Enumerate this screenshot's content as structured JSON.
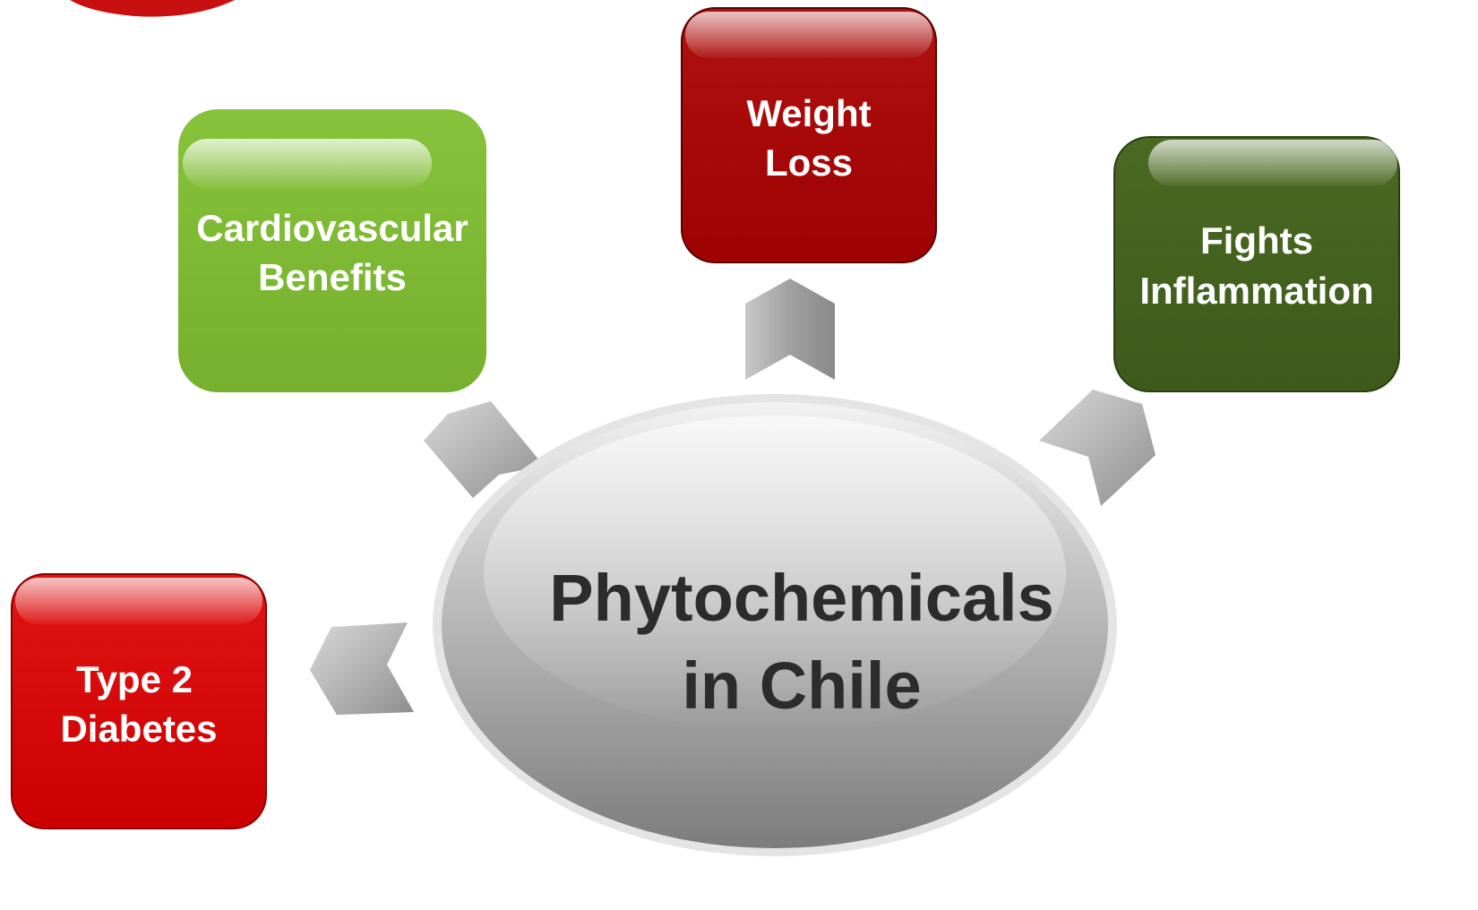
{
  "center": {
    "line1": "Phytochemicals",
    "line2": "in Chile"
  },
  "nodes": {
    "cardio": {
      "line1": "Cardiovascular",
      "line2": "Benefits",
      "color": "#7db733"
    },
    "weight": {
      "line1": "Weight",
      "line2": "Loss",
      "color": "#a80404"
    },
    "inflammation": {
      "line1": "Fights",
      "line2": "Inflammation",
      "color": "#41601d"
    },
    "diabetes": {
      "line1": "Type 2",
      "line2": "Diabetes",
      "color": "#d10000"
    }
  },
  "colors": {
    "center_text": "#2c2c2c",
    "arrow": "#a8a8a8",
    "decoration_red": "#c81010"
  }
}
